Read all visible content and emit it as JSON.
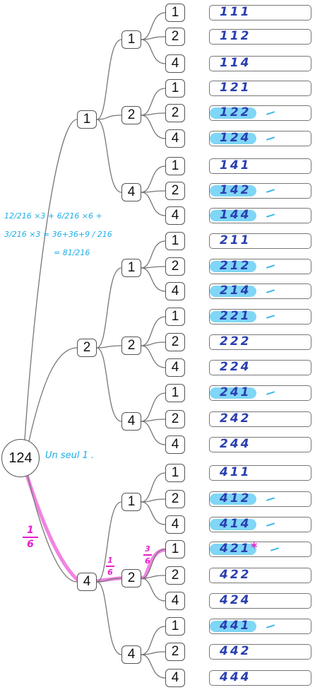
{
  "root": {
    "label": "124"
  },
  "annotation": {
    "note": "Un seul 1 ."
  },
  "calc": {
    "line1": "12/216 ×3 + 6/216 ×6 +",
    "line2": "3/216 ×3 = 36+36+9 / 216",
    "line3": "= 81/216"
  },
  "probs": {
    "p1": {
      "num": "1",
      "den": "6"
    },
    "p2": {
      "num": "1",
      "den": "6"
    },
    "p3": {
      "num": "3",
      "den": "6"
    }
  },
  "colors": {
    "highlight": "#7fd6f6",
    "path": "#e61ec8",
    "ink": "#2a3fb0",
    "note": "#1eaee8"
  },
  "tree": {
    "level1": [
      "1",
      "2",
      "4"
    ],
    "level2": [
      "1",
      "2",
      "4",
      "1",
      "2",
      "4",
      "1",
      "2",
      "4"
    ],
    "level3": [
      "1",
      "2",
      "4",
      "1",
      "2",
      "4",
      "1",
      "2",
      "4",
      "1",
      "2",
      "4",
      "1",
      "2",
      "4",
      "1",
      "2",
      "4",
      "1",
      "2",
      "4",
      "1",
      "2",
      "4",
      "1",
      "2",
      "4"
    ]
  },
  "leaves": [
    {
      "text": "111",
      "hl": false
    },
    {
      "text": "112",
      "hl": false
    },
    {
      "text": "114",
      "hl": false
    },
    {
      "text": "121",
      "hl": false
    },
    {
      "text": "122",
      "hl": true
    },
    {
      "text": "124",
      "hl": true
    },
    {
      "text": "141",
      "hl": false
    },
    {
      "text": "142",
      "hl": true
    },
    {
      "text": "144",
      "hl": true
    },
    {
      "text": "211",
      "hl": false
    },
    {
      "text": "212",
      "hl": true
    },
    {
      "text": "214",
      "hl": true
    },
    {
      "text": "221",
      "hl": true
    },
    {
      "text": "222",
      "hl": false
    },
    {
      "text": "224",
      "hl": false
    },
    {
      "text": "241",
      "hl": true
    },
    {
      "text": "242",
      "hl": false
    },
    {
      "text": "244",
      "hl": false
    },
    {
      "text": "411",
      "hl": false
    },
    {
      "text": "412",
      "hl": true
    },
    {
      "text": "414",
      "hl": true
    },
    {
      "text": "421",
      "hl": true,
      "star": "*"
    },
    {
      "text": "422",
      "hl": false
    },
    {
      "text": "424",
      "hl": false
    },
    {
      "text": "441",
      "hl": true
    },
    {
      "text": "442",
      "hl": false
    },
    {
      "text": "444",
      "hl": false
    }
  ]
}
